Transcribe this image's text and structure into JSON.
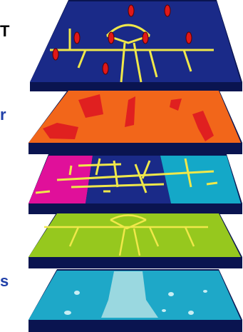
{
  "labels": [
    {
      "text": "T",
      "color": "#000000"
    },
    {
      "text": "r",
      "color": "#1f3fa8"
    },
    {
      "text": "s",
      "color": "#1f3fa8"
    }
  ],
  "colors": {
    "layer1_top": "#1a2a88",
    "layer2_top": "#f2661a",
    "layer3_top_magenta": "#e0109a",
    "layer3_top_navy": "#1a2a88",
    "layer3_top_cyan": "#14a8c8",
    "layer4_top": "#96c81e",
    "layer5_top": "#1ea8c8",
    "edge": "#0a1450",
    "road": "#f0e84a",
    "pin": "#e01818",
    "patch": "#e02020",
    "water_patch": "#9ad8e0"
  },
  "icons": [
    "map-pin-icon"
  ]
}
